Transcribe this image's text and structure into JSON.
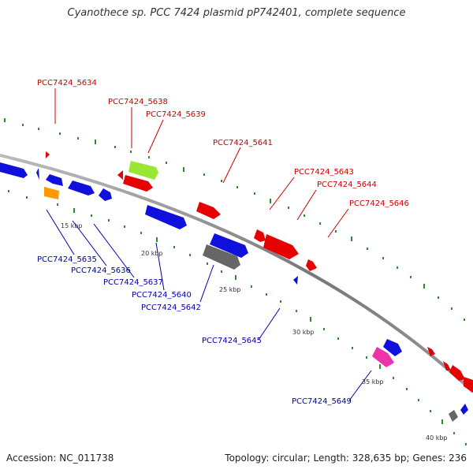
{
  "title": "Cyanothece sp. PCC 7424 plasmid pP742401, complete sequence",
  "footer": {
    "accession": "Accession: NC_011738",
    "stats": "Topology: circular; Length: 328,635 bp; Genes: 236"
  },
  "colors": {
    "backbone": "#8a8a8a",
    "forward_label": "#cc0000",
    "reverse_label": "#0000aa",
    "tick": "#2e8b2e",
    "red_gene": "#e60000",
    "blue_gene": "#1010dd",
    "lime_gene": "#99e633",
    "orange_gene": "#ff9900",
    "gray_gene": "#666666",
    "magenta_gene": "#ee33aa"
  },
  "scale_labels": [
    "15 kbp",
    "20 kbp",
    "25 kbp",
    "30 kbp",
    "35 kbp",
    "40 kbp"
  ],
  "forward_genes": [
    "PCC7424_5634",
    "PCC7424_5638",
    "PCC7424_5639",
    "PCC7424_5641",
    "PCC7424_5643",
    "PCC7424_5644",
    "PCC7424_5646"
  ],
  "reverse_genes": [
    "PCC7424_5635",
    "PCC7424_5636",
    "PCC7424_5637",
    "PCC7424_5640",
    "PCC7424_5642",
    "PCC7424_5645",
    "PCC7424_5649"
  ]
}
